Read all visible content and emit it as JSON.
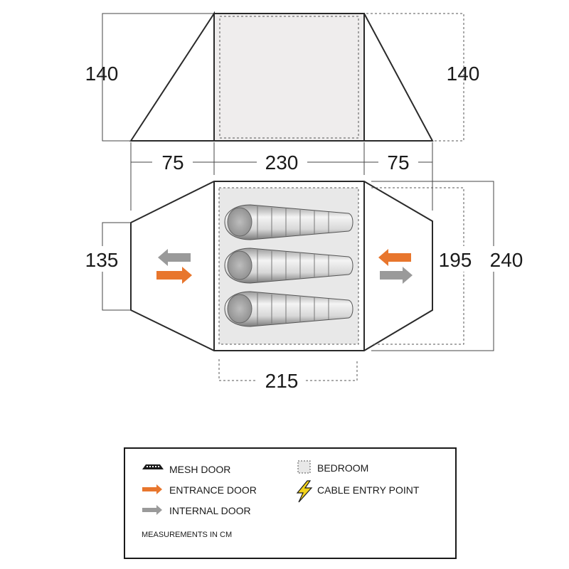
{
  "dimensions": {
    "side_height_left": "140",
    "side_height_right": "140",
    "width_left_porch": "75",
    "width_bedroom": "230",
    "width_right_porch": "75",
    "porch_depth_left": "135",
    "bedroom_depth": "195",
    "total_depth": "240",
    "bedroom_inner_width": "215"
  },
  "legend": {
    "mesh_door": "MESH DOOR",
    "entrance_door": "ENTRANCE DOOR",
    "internal_door": "INTERNAL DOOR",
    "bedroom": "BEDROOM",
    "cable_entry_point": "CABLE ENTRY POINT",
    "measurements_note": "MEASUREMENTS IN CM"
  },
  "icons": {
    "mesh_door": "mesh-door-icon",
    "entrance_door": "orange-arrow-icon",
    "internal_door": "grey-arrow-icon",
    "bedroom": "dashed-square-icon",
    "cable_entry_point": "lightning-bolt-icon"
  },
  "colors": {
    "entrance_arrow": "#e8762d",
    "internal_arrow": "#8c8c8c",
    "bedroom_fill": "#ececec",
    "cable_bolt": "#f2d21b",
    "outline": "#2a2a2a"
  }
}
